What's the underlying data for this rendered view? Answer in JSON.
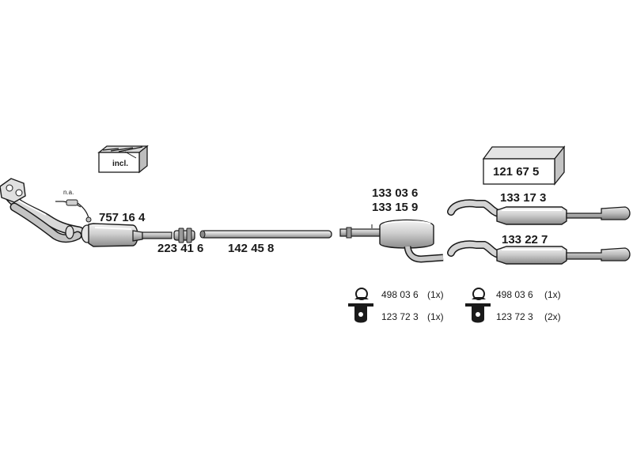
{
  "parts": {
    "kit_box_label": "incl.",
    "na_label": "n.a.",
    "catalyst_code": "757 16 4",
    "connector_code": "223 41 6",
    "mid_pipe_code": "142 45 8",
    "centre_muffler_code_1": "133 03 6",
    "centre_muffler_code_2": "133 15 9",
    "mounting_kit_code": "121 67 5",
    "rear_muffler_upper_code": "133 17 3",
    "rear_muffler_lower_code": "133 22 7"
  },
  "accessories_left": [
    {
      "code": "498 03 6",
      "qty": "(1x)"
    },
    {
      "code": "123 72 3",
      "qty": "(1x)"
    }
  ],
  "accessories_right": [
    {
      "code": "498 03 6",
      "qty": "(1x)"
    },
    {
      "code": "123 72 3",
      "qty": "(2x)"
    }
  ],
  "colors": {
    "ink": "#1a1a1a",
    "shade": "#9a9a9a",
    "light": "#e6e6e6"
  }
}
